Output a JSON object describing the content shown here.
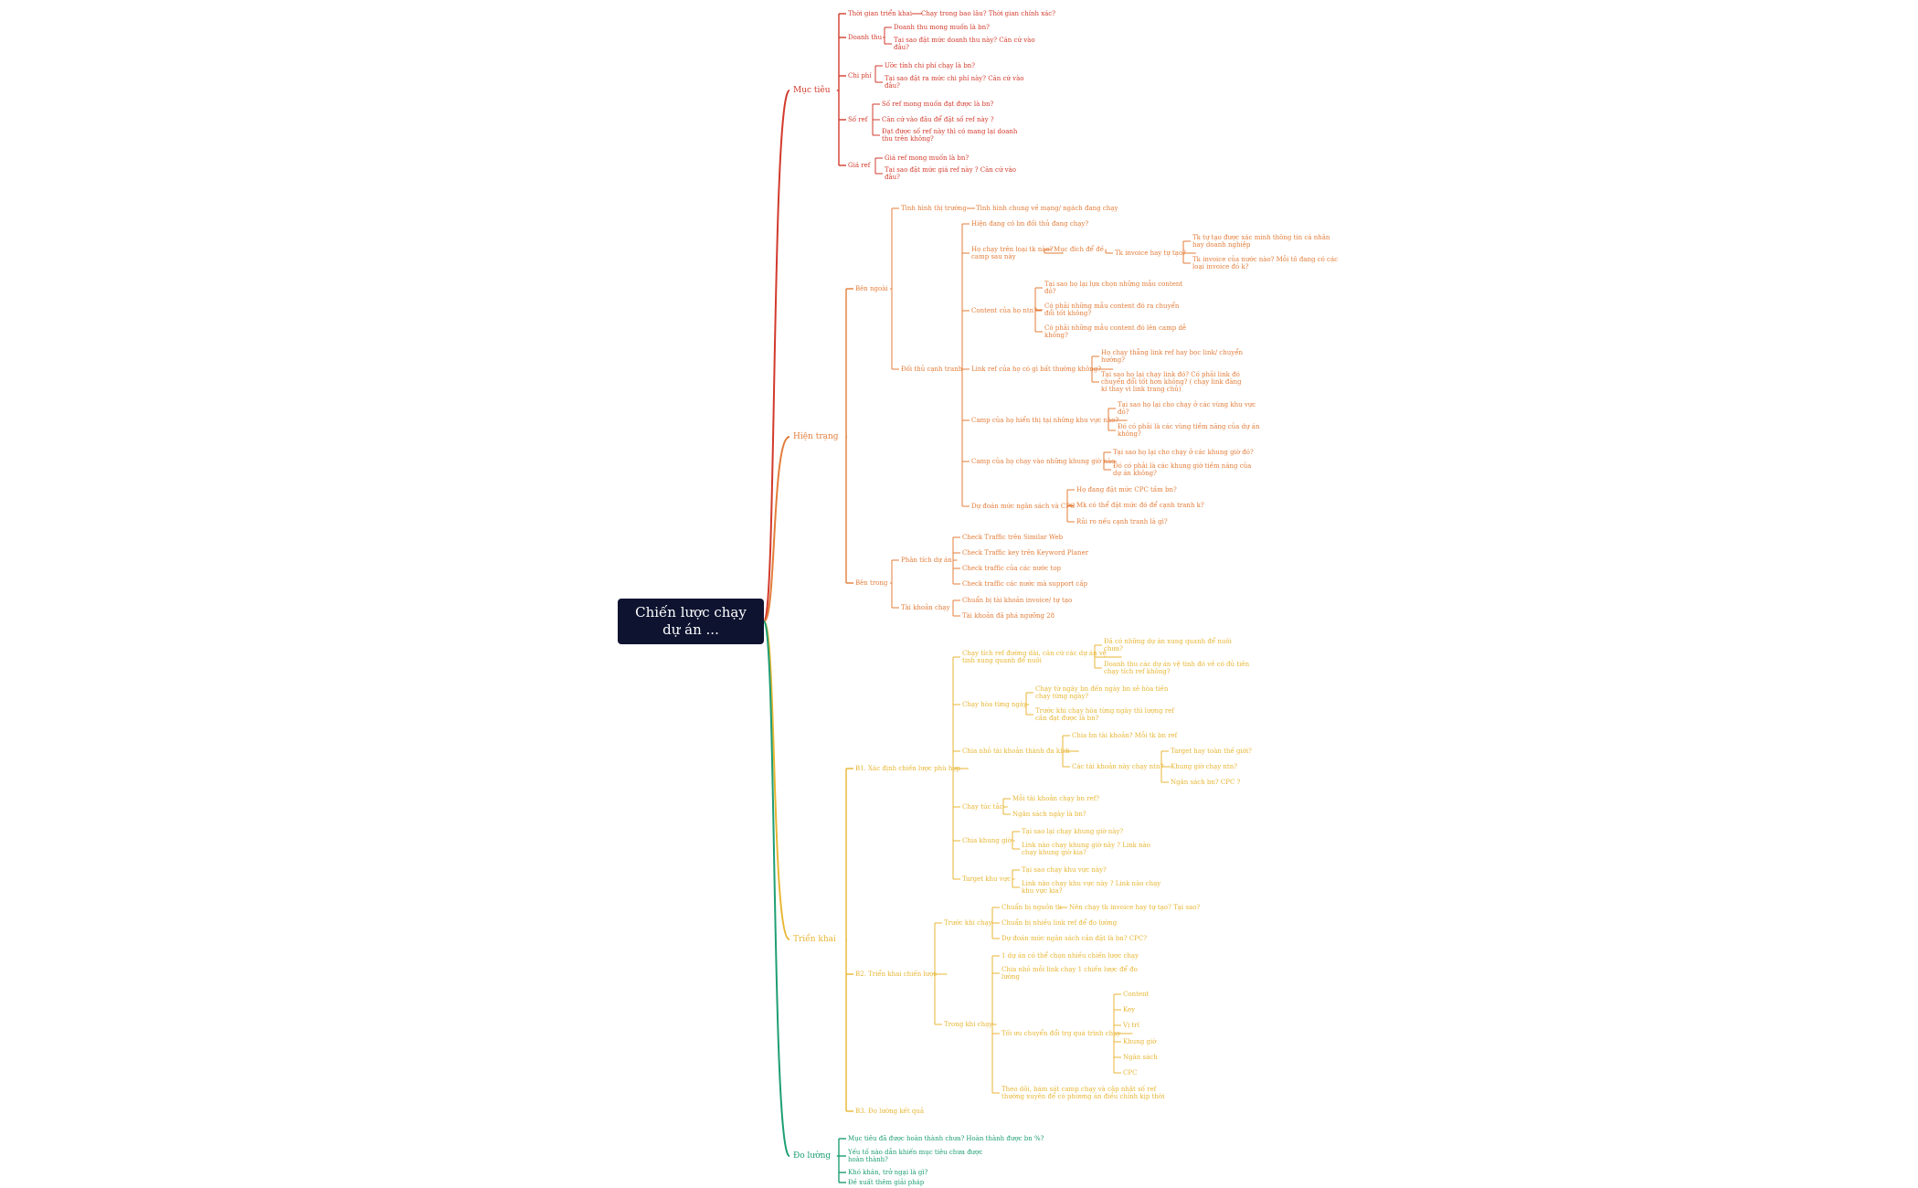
{
  "colors": {
    "root_bg": "#0e1330",
    "root_text": "#ffffff",
    "muc_tieu": "#d23a2c",
    "hien_trang": "#e37d3a",
    "trien_khai": "#e8b634",
    "do_luong": "#1e9e74"
  },
  "root": {
    "id": "root",
    "label": "Chiến lược chạy dự án ..."
  },
  "branches": [
    {
      "id": "b_muc_tieu",
      "label": "Mục tiêu",
      "color": "muc_tieu",
      "children": [
        {
          "id": "mt_thoi_gian",
          "label": "Thời gian triển khai",
          "children": [
            {
              "id": "mt_thoi_gian_1",
              "label": "Chạy trong bao lâu?  Thời gian chính xác?"
            }
          ]
        },
        {
          "id": "mt_doanh_thu",
          "label": "Doanh thu",
          "children": [
            {
              "id": "mt_doanh_thu_1",
              "label": "Doanh thu mong muốn là bn?"
            },
            {
              "id": "mt_doanh_thu_2",
              "label": "Tại sao đặt mức doanh thu này? Căn cứ vào\nđâu?"
            }
          ]
        },
        {
          "id": "mt_chi_phi",
          "label": "Chi phí",
          "children": [
            {
              "id": "mt_chi_phi_1",
              "label": "Ước tính chi phí chạy là bn?"
            },
            {
              "id": "mt_chi_phi_2",
              "label": "Tại sao đặt ra mức chi phí này? Căn cứ vào\nđâu?"
            }
          ]
        },
        {
          "id": "mt_so_ref",
          "label": "Số ref",
          "children": [
            {
              "id": "mt_so_ref_1",
              "label": "Số ref mong muốn đạt được là bn?"
            },
            {
              "id": "mt_so_ref_2",
              "label": "Căn cứ vào đâu để đặt số ref này ?"
            },
            {
              "id": "mt_so_ref_3",
              "label": "Đạt được số ref này thì có mang lại doanh\nthu trên không?"
            }
          ]
        },
        {
          "id": "mt_gia_ref",
          "label": "Giá ref",
          "children": [
            {
              "id": "mt_gia_ref_1",
              "label": "Giá ref mong muốn là bn?"
            },
            {
              "id": "mt_gia_ref_2",
              "label": "Tại sao đặt mức giá ref này ?  Căn cứ vào\nđâu?"
            }
          ]
        }
      ]
    },
    {
      "id": "b_hien_trang",
      "label": "Hiện trạng",
      "color": "hien_trang",
      "children": [
        {
          "id": "ht_ben_ngoai",
          "label": "Bên ngoài",
          "children": [
            {
              "id": "ht_tinh_hinh",
              "label": "Tình hình thị trường",
              "children": [
                {
                  "id": "ht_tinh_hinh_1",
                  "label": "Tình hình chung về mạng/ ngách đang chạy"
                }
              ]
            },
            {
              "id": "ht_doi_thu",
              "label": "Đối thủ cạnh tranh",
              "children": [
                {
                  "id": "ht_dt_hien_dang",
                  "label": "Hiện đang có bn đối thủ đang chạy?"
                },
                {
                  "id": "ht_dt_loai_tk",
                  "label": "Họ chạy trên loại tk nào?\ncamp sau này",
                  "children": [
                    {
                      "id": "ht_dt_muc_dich",
                      "label": "Mục đích để đề",
                      "children": [
                        {
                          "id": "ht_dt_tk_invoice",
                          "label": "Tk invoice hay tự tạo?",
                          "children": [
                            {
                              "id": "ht_dt_tk_1",
                              "label": "Tk tự tạo được xác minh thông tin cá nhân\nhay doanh nghiệp"
                            },
                            {
                              "id": "ht_dt_tk_2",
                              "label": "Tk invoice của nước nào? Mỗi tô đang có các\nloại invoice đó k?"
                            }
                          ]
                        }
                      ]
                    }
                  ]
                },
                {
                  "id": "ht_dt_content",
                  "label": "Content của họ ntn?",
                  "children": [
                    {
                      "id": "ht_dt_content_1",
                      "label": "Tại sao họ lại lựa chọn những mẫu content\nđó?"
                    },
                    {
                      "id": "ht_dt_content_2",
                      "label": "Có phải những mẫu content đó ra chuyển\nđổi tốt không?"
                    },
                    {
                      "id": "ht_dt_content_3",
                      "label": "Có phải những mẫu content đó lên camp dễ\nkhông?"
                    }
                  ]
                },
                {
                  "id": "ht_dt_link",
                  "label": "Link ref của họ có gì bất thường không?",
                  "children": [
                    {
                      "id": "ht_dt_link_1",
                      "label": "Họ chạy thẳng link ref hay bọc link/ chuyển\nhướng?"
                    },
                    {
                      "id": "ht_dt_link_2",
                      "label": "Tại sao họ lại chạy link đó? Có phải link đó\nchuyển đổi tốt hơn không? ( chạy link đăng\nkí thay vì link trang chủ)"
                    }
                  ]
                },
                {
                  "id": "ht_dt_khu_vuc",
                  "label": "Camp của họ hiển thị tại những khu vực nào?",
                  "children": [
                    {
                      "id": "ht_dt_khu_vuc_1",
                      "label": "Tại sao họ lại cho chạy ở các vùng khu vực\nđó?"
                    },
                    {
                      "id": "ht_dt_khu_vuc_2",
                      "label": "Đó có phải là các vùng tiềm năng của dự án\nkhông?"
                    }
                  ]
                },
                {
                  "id": "ht_dt_khung_gio",
                  "label": "Camp của họ chạy vào những khung giờ nào",
                  "children": [
                    {
                      "id": "ht_dt_khung_gio_1",
                      "label": "Tại sao họ lại cho chạy ở các khung giờ đó?"
                    },
                    {
                      "id": "ht_dt_khung_gio_2",
                      "label": "Đó có phải là các khung giờ tiềm năng của\ndự án không?"
                    }
                  ]
                },
                {
                  "id": "ht_dt_ngan_sach",
                  "label": "Dự đoán mức ngân sách và CPC",
                  "children": [
                    {
                      "id": "ht_dt_ngan_sach_1",
                      "label": "Họ đang đặt mức CPC tầm bn?"
                    },
                    {
                      "id": "ht_dt_ngan_sach_2",
                      "label": "Mk có thể đặt mức đó để cạnh tranh k?"
                    },
                    {
                      "id": "ht_dt_ngan_sach_3",
                      "label": "Rủi ro nếu cạnh tranh là gì?"
                    }
                  ]
                }
              ]
            }
          ]
        },
        {
          "id": "ht_ben_trong",
          "label": "Bên trong",
          "children": [
            {
              "id": "ht_phan_tich",
              "label": "Phân tích dự án",
              "children": [
                {
                  "id": "ht_pt_1",
                  "label": "Check Traffic trên Similar Web"
                },
                {
                  "id": "ht_pt_2",
                  "label": "Check Traffic key trên Keyword Planer"
                },
                {
                  "id": "ht_pt_3",
                  "label": "Check traffic của các nước top"
                },
                {
                  "id": "ht_pt_4",
                  "label": "Check traffic các nước mà support cấp"
                }
              ]
            },
            {
              "id": "ht_tai_khoan",
              "label": "Tài khoản chạy",
              "children": [
                {
                  "id": "ht_tk_1",
                  "label": "Chuẩn bị tài khoản invoice/ tự tạo"
                },
                {
                  "id": "ht_tk_2",
                  "label": "Tài khoản đã phá ngưỡng 28"
                }
              ]
            }
          ]
        }
      ]
    },
    {
      "id": "b_trien_khai",
      "label": "Triển khai",
      "color": "trien_khai",
      "children": [
        {
          "id": "tk_b1",
          "label": "B1. Xác định chiến lược phù hợp",
          "children": [
            {
              "id": "tk_b1_tich_ref",
              "label": "Chạy tích ref đường dài, căn cứ các dự án vệ\ntinh xung quanh để nuôi",
              "children": [
                {
                  "id": "tk_b1_tich_ref_1",
                  "label": "Đã có những dự án xung quanh để nuôi\nchưa?"
                },
                {
                  "id": "tk_b1_tich_ref_2",
                  "label": "Doanh thu các dự án vệ tinh đó về có đủ tiền\nchạy tích ref không?"
                }
              ]
            },
            {
              "id": "tk_b1_hoa_tung_ngay",
              "label": "Chạy hòa từng ngày",
              "children": [
                {
                  "id": "tk_b1_htn_1",
                  "label": "Chạy từ ngày bn đến ngày bn sẽ hòa tiền\nchạy từng ngày?"
                },
                {
                  "id": "tk_b1_htn_2",
                  "label": "Trước khi chạy hòa từng ngày thì lượng ref\ncần đạt được là bn?"
                }
              ]
            },
            {
              "id": "tk_b1_chia_nho",
              "label": "Chia nhỏ tài khoản thành đa kích",
              "children": [
                {
                  "id": "tk_b1_cn_1",
                  "label": "Chia bn tài khoản? Mỗi tk bn ref"
                },
                {
                  "id": "tk_b1_cn_2",
                  "label": "Các tài khoản này chạy ntn?",
                  "children": [
                    {
                      "id": "tk_b1_cn_2_1",
                      "label": "Target hay toàn thế giới?"
                    },
                    {
                      "id": "tk_b1_cn_2_2",
                      "label": "Khung giờ chạy ntn?"
                    },
                    {
                      "id": "tk_b1_cn_2_3",
                      "label": "Ngân sách bn? CPC ?"
                    }
                  ]
                }
              ]
            },
            {
              "id": "tk_b1_tuc_tac",
              "label": "Chạy túc tắc",
              "children": [
                {
                  "id": "tk_b1_tt_1",
                  "label": "Mỗi tài khoản chạy bn ref?"
                },
                {
                  "id": "tk_b1_tt_2",
                  "label": "Ngân sách ngày là bn?"
                }
              ]
            },
            {
              "id": "tk_b1_khung_gio",
              "label": "Chia khung giờ",
              "children": [
                {
                  "id": "tk_b1_kg_1",
                  "label": "Tại sao lại chạy khung giờ này?"
                },
                {
                  "id": "tk_b1_kg_2",
                  "label": "Link nào chạy khung giờ này ? Link nào\nchạy khung giờ kia?"
                }
              ]
            },
            {
              "id": "tk_b1_khu_vuc",
              "label": "Target khu vực",
              "children": [
                {
                  "id": "tk_b1_kv_1",
                  "label": "Tại sao chạy khu vực này?"
                },
                {
                  "id": "tk_b1_kv_2",
                  "label": "Link nào chạy khu vực này ? Link nào chạy\nkhu vực kia?"
                }
              ]
            }
          ]
        },
        {
          "id": "tk_b2",
          "label": "B2. Triển khai chiến lược",
          "children": [
            {
              "id": "tk_b2_truoc",
              "label": "Trước khi chạy",
              "children": [
                {
                  "id": "tk_b2_tr_1",
                  "label": "Chuẩn bị nguồn tk",
                  "children": [
                    {
                      "id": "tk_b2_tr_1_1",
                      "label": "Nên chạy tk invoice hay tự tạo? Tại sao?"
                    }
                  ]
                },
                {
                  "id": "tk_b2_tr_2",
                  "label": "Chuẩn bị nhiều link ref để đo lường"
                },
                {
                  "id": "tk_b2_tr_3",
                  "label": "Dự đoán mức ngân sách cần đặt là bn? CPC?"
                }
              ]
            },
            {
              "id": "tk_b2_trong",
              "label": "Trong khi chạy",
              "children": [
                {
                  "id": "tk_b2_tg_1",
                  "label": "1 dự án có thể chọn nhiều chiến lược chạy"
                },
                {
                  "id": "tk_b2_tg_2",
                  "label": "Chia nhỏ mỗi link chạy 1 chiến lược để đo\nlường"
                },
                {
                  "id": "tk_b2_tg_3",
                  "label": "Tối ưu chuyển đổi trg quá trình chạy",
                  "children": [
                    {
                      "id": "tk_b2_tg_3_1",
                      "label": "Content"
                    },
                    {
                      "id": "tk_b2_tg_3_2",
                      "label": "Key"
                    },
                    {
                      "id": "tk_b2_tg_3_3",
                      "label": "Vị trí"
                    },
                    {
                      "id": "tk_b2_tg_3_4",
                      "label": "Khung giờ"
                    },
                    {
                      "id": "tk_b2_tg_3_5",
                      "label": "Ngân sách"
                    },
                    {
                      "id": "tk_b2_tg_3_6",
                      "label": "CPC"
                    }
                  ]
                },
                {
                  "id": "tk_b2_tg_4",
                  "label": "Theo dõi, bám sát camp chạy và cập nhật số ref\nthường xuyên để có phương án điều chỉnh kịp thời"
                }
              ]
            }
          ]
        },
        {
          "id": "tk_b3",
          "label": "B3. Đo lường kết quả"
        }
      ]
    },
    {
      "id": "b_do_luong",
      "label": "Đo lường",
      "color": "do_luong",
      "children": [
        {
          "id": "dl_1",
          "label": "Mục tiêu đã được hoàn thành chưa? Hoàn thành được bn %?"
        },
        {
          "id": "dl_2",
          "label": "Yếu tố nào dẫn khiến mục tiêu chưa được\nhoàn thành?"
        },
        {
          "id": "dl_3",
          "label": "Khó khăn, trở ngại là gì?"
        },
        {
          "id": "dl_4",
          "label": "Đề xuất thêm giải pháp"
        }
      ]
    }
  ]
}
